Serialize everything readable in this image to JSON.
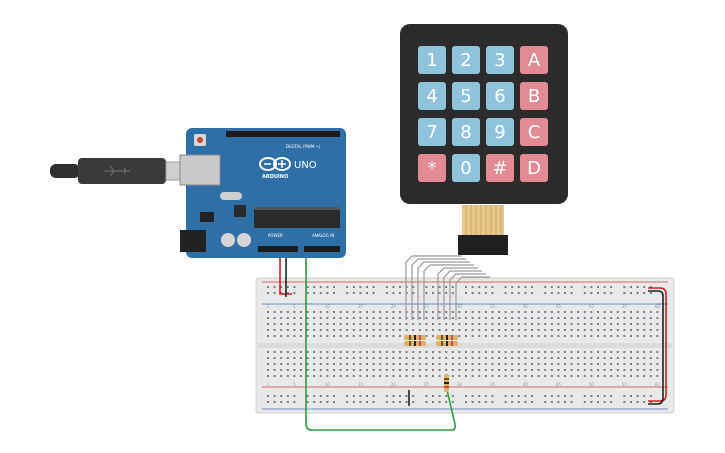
{
  "arduino": {
    "brand": "ARDUINO",
    "model": "UNO",
    "header_digital": "DIGITAL (PWM ~)",
    "header_power": "POWER",
    "header_analog": "ANALOG IN",
    "colors": {
      "board": "#2f6fa8",
      "board_dark": "#245d91",
      "chip": "#2a2a2a",
      "logo": "#ffffff"
    }
  },
  "usb_cable": {
    "colors": {
      "plug": "#3a3a3a",
      "connector": "#cfcfcf"
    }
  },
  "keypad": {
    "rows": [
      [
        {
          "label": "1",
          "kind": "digit"
        },
        {
          "label": "2",
          "kind": "digit"
        },
        {
          "label": "3",
          "kind": "digit"
        },
        {
          "label": "A",
          "kind": "letter"
        }
      ],
      [
        {
          "label": "4",
          "kind": "digit"
        },
        {
          "label": "5",
          "kind": "digit"
        },
        {
          "label": "6",
          "kind": "digit"
        },
        {
          "label": "B",
          "kind": "letter"
        }
      ],
      [
        {
          "label": "7",
          "kind": "digit"
        },
        {
          "label": "8",
          "kind": "digit"
        },
        {
          "label": "9",
          "kind": "digit"
        },
        {
          "label": "C",
          "kind": "letter"
        }
      ],
      [
        {
          "label": "*",
          "kind": "letter"
        },
        {
          "label": "0",
          "kind": "digit"
        },
        {
          "label": "#",
          "kind": "letter"
        },
        {
          "label": "D",
          "kind": "letter"
        }
      ]
    ],
    "colors": {
      "body": "#2b2b2b",
      "digit_key": "#8fc3dc",
      "letter_key": "#e38b94",
      "ribbon": "#e8c98a"
    }
  },
  "breadboard": {
    "column_numbers": [
      "1",
      "5",
      "10",
      "15",
      "20",
      "25",
      "30",
      "35",
      "40",
      "45",
      "50",
      "55",
      "60"
    ],
    "colors": {
      "body": "#e9e9e9",
      "hole": "#7d7d7d",
      "rail_red": "#d23c3c",
      "rail_blue": "#3b6ec0"
    }
  },
  "wires": {
    "colors": {
      "red": "#d21f1f",
      "black": "#222222",
      "green": "#2e9d3a",
      "gray": "#8a8a8a"
    }
  }
}
